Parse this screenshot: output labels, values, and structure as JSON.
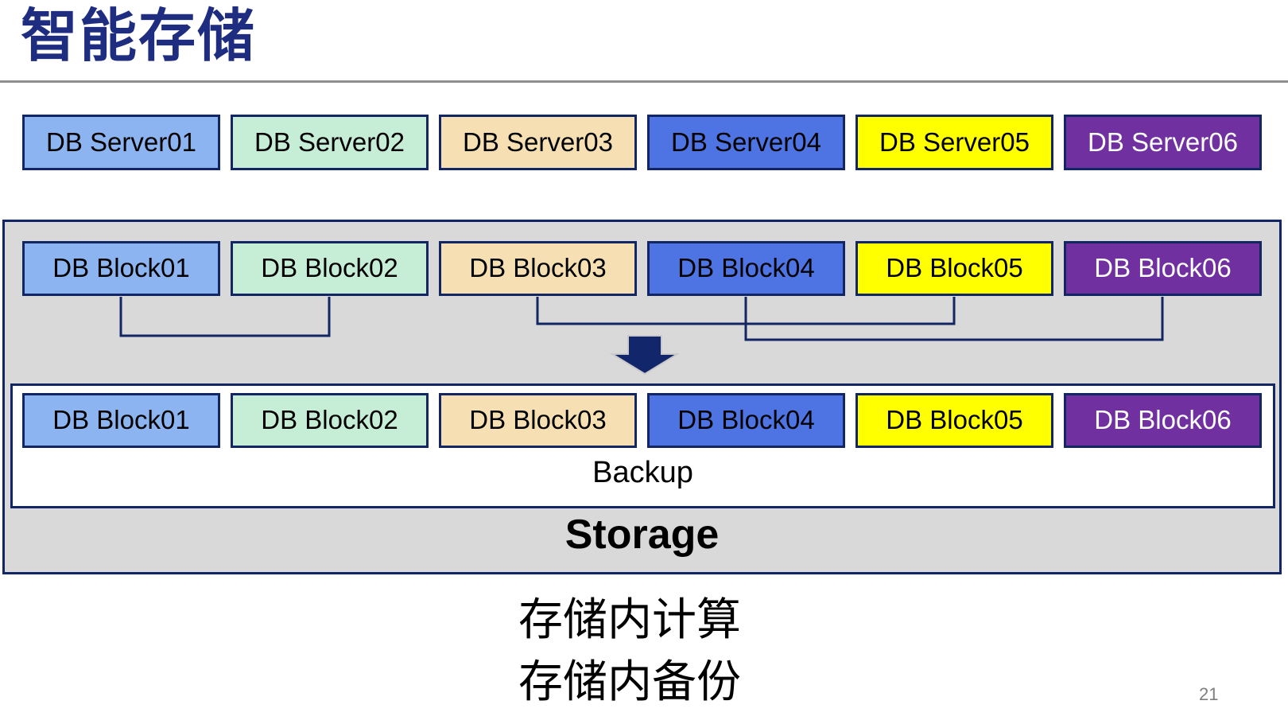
{
  "title": "智能存储",
  "palette": {
    "navy_border": "#122663",
    "title_navy": "#1F2D80",
    "container_gray": "#D9D9D9",
    "backup_box_white": "#FFFFFF",
    "light_blue": "#8CB4F0",
    "mint_green": "#C6EED6",
    "tan": "#F6DFB2",
    "royal_blue": "#4E74E4",
    "yellow": "#FFFF00",
    "purple": "#7030A0"
  },
  "servers": [
    {
      "label": "DB Server01",
      "fill": "#8CB4F0",
      "text_color": "#000000"
    },
    {
      "label": "DB Server02",
      "fill": "#C6EED6",
      "text_color": "#000000"
    },
    {
      "label": "DB Server03",
      "fill": "#F6DFB2",
      "text_color": "#000000"
    },
    {
      "label": "DB Server04",
      "fill": "#4E74E4",
      "text_color": "#000000"
    },
    {
      "label": "DB Server05",
      "fill": "#FFFF00",
      "text_color": "#000000"
    },
    {
      "label": "DB Server06",
      "fill": "#7030A0",
      "text_color": "#FFFFFF"
    }
  ],
  "storage_unit": {
    "blocks": [
      {
        "label": "DB Block01",
        "fill": "#8CB4F0",
        "text_color": "#000000"
      },
      {
        "label": "DB Block02",
        "fill": "#C6EED6",
        "text_color": "#000000"
      },
      {
        "label": "DB Block03",
        "fill": "#F6DFB2",
        "text_color": "#000000"
      },
      {
        "label": "DB Block04",
        "fill": "#4E74E4",
        "text_color": "#000000"
      },
      {
        "label": "DB Block05",
        "fill": "#FFFF00",
        "text_color": "#000000"
      },
      {
        "label": "DB Block06",
        "fill": "#7030A0",
        "text_color": "#FFFFFF"
      }
    ],
    "backup_blocks": [
      {
        "label": "DB Block01",
        "fill": "#8CB4F0",
        "text_color": "#000000"
      },
      {
        "label": "DB Block02",
        "fill": "#C6EED6",
        "text_color": "#000000"
      },
      {
        "label": "DB Block03",
        "fill": "#F6DFB2",
        "text_color": "#000000"
      },
      {
        "label": "DB Block04",
        "fill": "#4E74E4",
        "text_color": "#000000"
      },
      {
        "label": "DB Block05",
        "fill": "#FFFF00",
        "text_color": "#000000"
      },
      {
        "label": "DB Block06",
        "fill": "#7030A0",
        "text_color": "#FFFFFF"
      }
    ],
    "block_pairs": [
      [
        "DB Block01",
        "DB Block02"
      ],
      [
        "DB Block03",
        "DB Block05"
      ],
      [
        "DB Block04",
        "DB Block06"
      ]
    ],
    "backup_label": "Backup",
    "storage_label": "Storage"
  },
  "notes": [
    "存储内计算",
    "存储内备份"
  ],
  "page_number": "21"
}
